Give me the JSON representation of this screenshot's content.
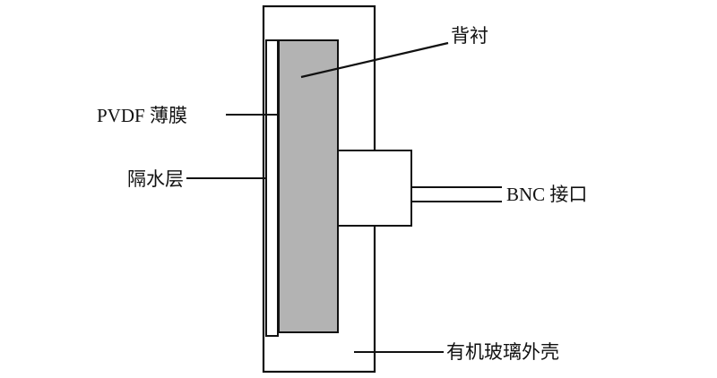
{
  "labels": {
    "backing": "背衬",
    "pvdf_film": "PVDF 薄膜",
    "waterproof_layer": "隔水层",
    "bnc_connector": "BNC 接口",
    "acrylic_housing": "有机玻璃外壳"
  },
  "colors": {
    "line": "#111111",
    "backing_fill": "#b3b3b3",
    "background": "#ffffff"
  }
}
